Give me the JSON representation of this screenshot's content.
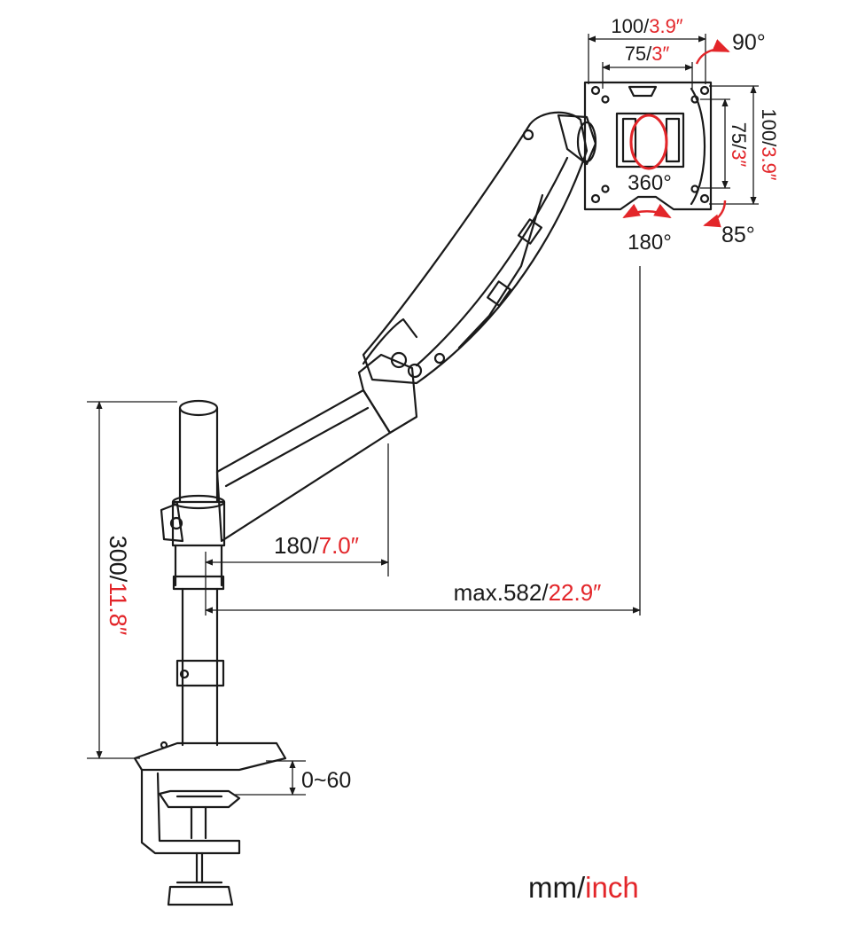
{
  "dimensions": {
    "vesa_outer_h": {
      "mm": "100/",
      "inch": "3.9″"
    },
    "vesa_inner_h": {
      "mm": "75/",
      "inch": "3″"
    },
    "vesa_outer_v": {
      "mm": "100/",
      "inch": "3.9″"
    },
    "vesa_inner_v": {
      "mm": "75/",
      "inch": "3″"
    },
    "pole_height": {
      "mm": "300/",
      "inch": "11.8″"
    },
    "lower_arm": {
      "mm": "180/",
      "inch": "7.0″"
    },
    "max_reach": {
      "mm": "max.582/",
      "inch": "22.9″"
    },
    "clamp_range": "0~60"
  },
  "rotations": {
    "tilt_up": "90°",
    "tilt_down": "85°",
    "swivel": "180°",
    "rotate": "360°"
  },
  "units": {
    "mm": "mm/",
    "inch": "inch"
  },
  "colors": {
    "line": "#1a1a1a",
    "accent": "#e3262a"
  }
}
